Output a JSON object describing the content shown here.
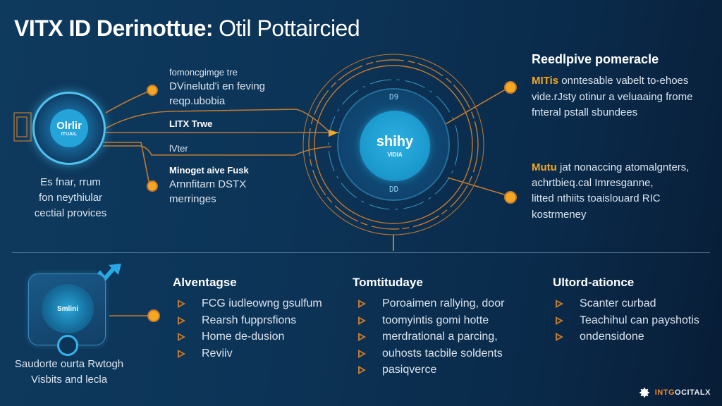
{
  "title": {
    "bold": "VITX ID Derinottue:",
    "light": "Otil Pottaircied"
  },
  "colors": {
    "accent_orange": "#f5a623",
    "accent_blue": "#4fc3f0",
    "background": "#0c3457",
    "line": "#c47a2c"
  },
  "left_hub": {
    "logo_main": "Olrlir",
    "logo_sub": "ITUAIL",
    "caption": [
      "Es fnar, rrum",
      "fon neythiular",
      "cectial provices"
    ]
  },
  "left_labels": [
    {
      "lines": [
        "fomoncgimge tre"
      ],
      "style": "small"
    },
    {
      "lines": [
        "DVinelutd'i en feving",
        "reqp.ubobia"
      ],
      "style": "normal"
    },
    {
      "lines": [
        "LITX Trwe"
      ],
      "style": "bold"
    },
    {
      "lines": [
        "lVter"
      ],
      "style": "normal"
    },
    {
      "lines": [
        "Minoget aive Fusk"
      ],
      "style": "bold"
    },
    {
      "lines": [
        "Arnnfitarn DSTX",
        "merringes"
      ],
      "style": "normal"
    }
  ],
  "center_hub": {
    "logo_main": "shihy",
    "logo_sub": "VIDIA",
    "ring_top": "D9",
    "ring_bottom": "DD"
  },
  "right_panel_1": {
    "heading": "Reedlpive pomeracle",
    "highlight": "MITis",
    "lines": [
      "onntesable vabelt to-ehoes",
      "vide.rJsty otinur a veluaaing frome",
      "fnteral pstall sbundees"
    ]
  },
  "right_panel_2": {
    "highlight": "Mutu",
    "lines": [
      "jat nonaccing atomalgnters,",
      "achrtbieq.cal Imresganne,",
      "litted nthiits toaislouard RIC",
      "kostrmeney"
    ]
  },
  "device": {
    "screen_label": "Smlini",
    "caption": [
      "Saudorte ourta Rwtogh",
      "Visbits and lecla"
    ]
  },
  "columns": [
    {
      "title": "Alventagse",
      "items": [
        "FCG iudleowng gsulfum",
        "Rearsh fupprsfions",
        "Home de-dusion",
        "Reviiv"
      ]
    },
    {
      "title": "Tomtitudaye",
      "items": [
        "Poroaimen rallying, door",
        "toomyintis gomi hotte",
        "merdrational a parcing,",
        "ouhosts tacbile soldents",
        "pasiqverce"
      ]
    },
    {
      "title": "Ultord-ationce",
      "items": [
        "Scanter curbad",
        "Teachihul can payshotis",
        "ondensidone"
      ]
    }
  ],
  "brand": {
    "part1": "INTG",
    "part2": "OCITALX",
    "icon": "gear-icon"
  }
}
